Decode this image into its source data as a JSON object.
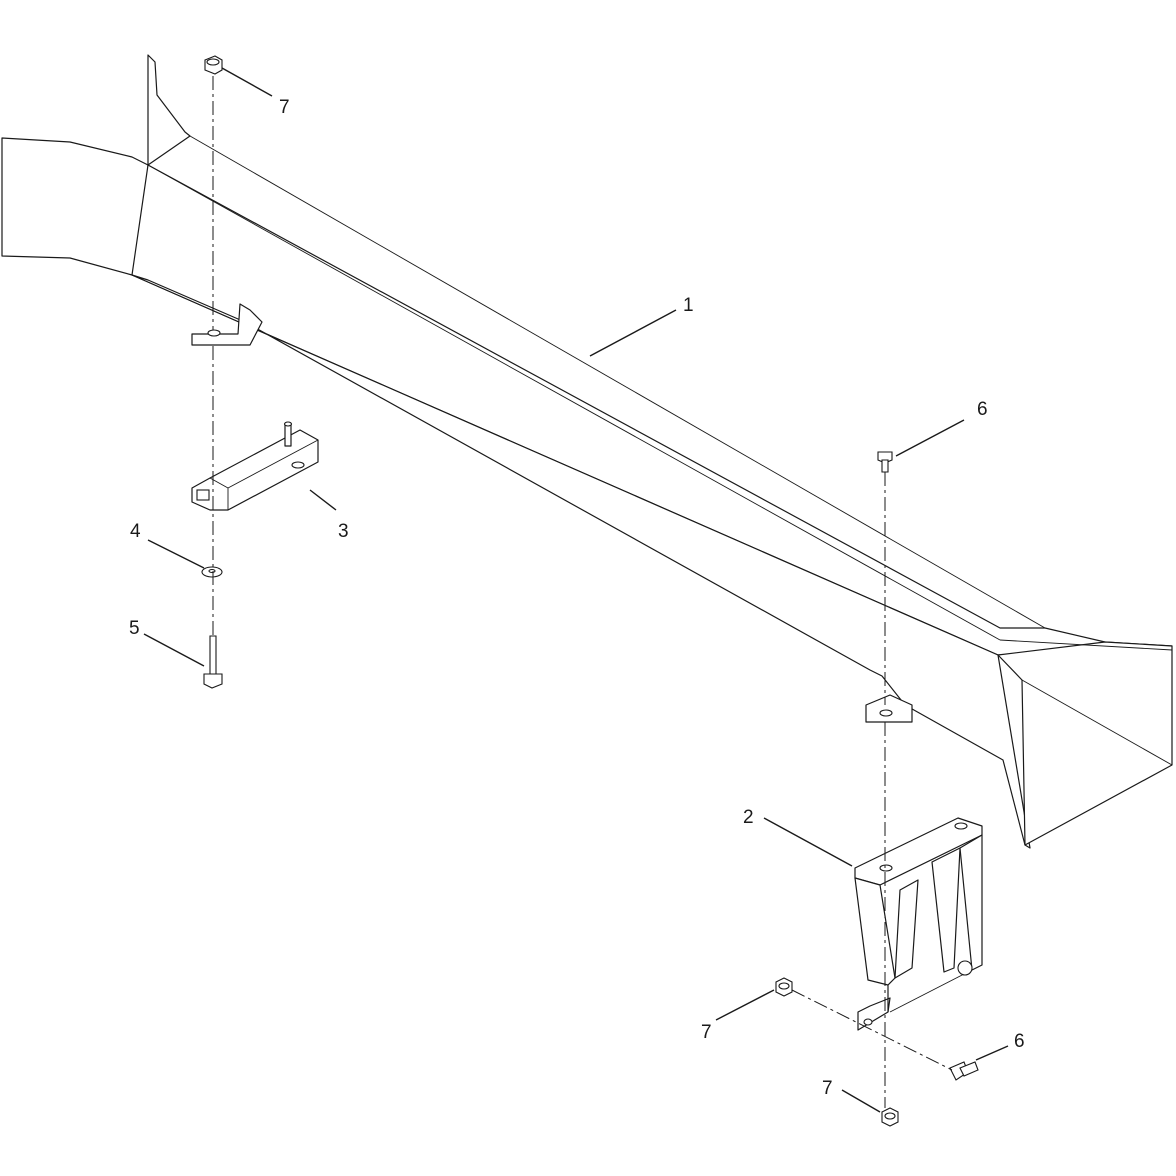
{
  "diagram": {
    "callouts": [
      {
        "id": "c1",
        "label": "1"
      },
      {
        "id": "c2",
        "label": "2"
      },
      {
        "id": "c3",
        "label": "3"
      },
      {
        "id": "c4",
        "label": "4"
      },
      {
        "id": "c5",
        "label": "5"
      },
      {
        "id": "c6a",
        "label": "6"
      },
      {
        "id": "c6b",
        "label": "6"
      },
      {
        "id": "c7a",
        "label": "7"
      },
      {
        "id": "c7b",
        "label": "7"
      },
      {
        "id": "c7c",
        "label": "7"
      }
    ]
  }
}
